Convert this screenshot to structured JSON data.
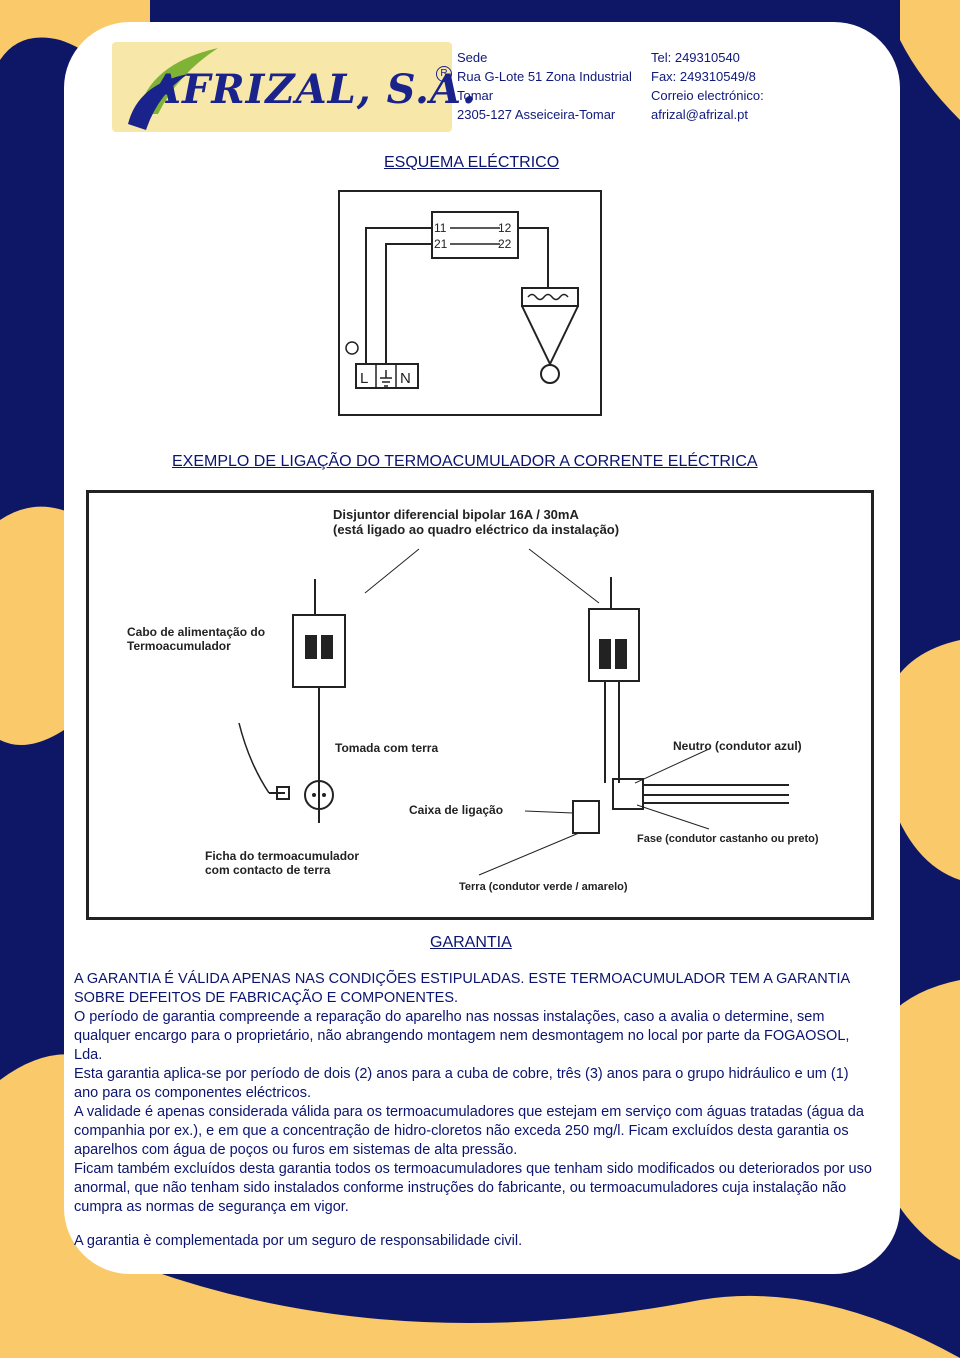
{
  "company": {
    "logo_text": "AFRIZAL, S.A.",
    "registered_mark": "R"
  },
  "address": {
    "line1": "Sede",
    "line2": "Rua G-Lote 51 Zona Industrial",
    "line3": "Tomar",
    "line4": "2305-127 Asseiceira-Tomar"
  },
  "contacts": {
    "tel": "Tel: 249310540",
    "fax": "Fax: 249310549/8",
    "email_label": "Correio electrónico:",
    "email": "afrizal@afrizal.pt"
  },
  "schema_title": "ESQUEMA ELÉCTRICO",
  "schema_labels": {
    "t11": "11",
    "t12": "12",
    "t21": "21",
    "t22": "22",
    "l": "L",
    "n": "N"
  },
  "example_title": "EXEMPLO DE LIGAÇÃO DO TERMOACUMULADOR A CORRENTE ELÉCTRICA",
  "wiring_labels": {
    "breaker_line1": "Disjuntor diferencial bipolar 16A / 30mA",
    "breaker_line2": "(está ligado ao quadro eléctrico da instalação)",
    "cable_line1": "Cabo de alimentação do",
    "cable_line2": "Termoacumulador",
    "socket": "Tomada com terra",
    "neutral": "Neutro (condutor azul)",
    "junction_box": "Caixa de ligação",
    "phase": "Fase (condutor castanho ou preto)",
    "plug_line1": "Ficha do termoacumulador",
    "plug_line2": "com contacto de terra",
    "earth": "Terra (condutor verde / amarelo)"
  },
  "warranty": {
    "title": "GARANTIA",
    "p1": "A GARANTIA É VÁLIDA APENAS NAS CONDIÇÕES ESTIPULADAS. ESTE TERMOACUMULADOR TEM A GARANTIA SOBRE DEFEITOS DE FABRICAÇÃO E COMPONENTES.",
    "p2": "O período de garantia compreende a reparação do aparelho nas nossas instalações, caso a avalia o determine, sem qualquer encargo para o proprietário, não abrangendo montagem nem desmontagem no local por parte da FOGAOSOL, Lda.",
    "p3": "Esta garantia aplica-se por período de dois (2) anos para a cuba de cobre, três (3) anos para o grupo hidráulico e um (1) ano para os componentes eléctricos.",
    "p4": "A validade é apenas considerada válida para os termoacumuladores que estejam em serviço com águas tratadas (água da companhia por ex.), e em que a concentração de hidro-cloretos não exceda 250 mg/l. Ficam excluídos desta garantia os aparelhos com água de poços ou furos em sistemas de alta pressão.",
    "p5": "Ficam também excluídos desta garantia todos os termoacumuladores que tenham sido modificados ou deteriorados por uso anormal, que não tenham sido instalados conforme instruções do fabricante, ou termoacumuladores cuja instalação não cumpra as normas de segurança em vigor.",
    "p6": "A garantia è complementada por um seguro de responsabilidade civil."
  }
}
